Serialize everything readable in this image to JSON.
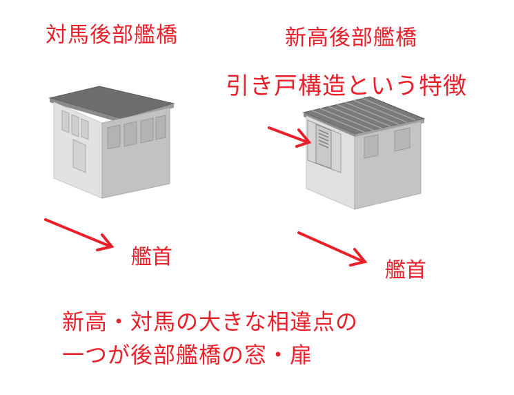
{
  "labels": {
    "left_title": "対馬後部艦橋",
    "right_title": "新高後部艦橋",
    "feature_note": "引き戸構造という特徴",
    "bow_left": "艦首",
    "bow_right": "艦首",
    "caption_line1": "新高・対馬の大きな相違点の",
    "caption_line2": "一つが後部艦橋の窓・扉"
  },
  "colors": {
    "annotation": "#e8202a",
    "model_light": "#d9d9d9",
    "model_mid": "#bdbdbd",
    "model_roof": "#6f6f6f"
  }
}
